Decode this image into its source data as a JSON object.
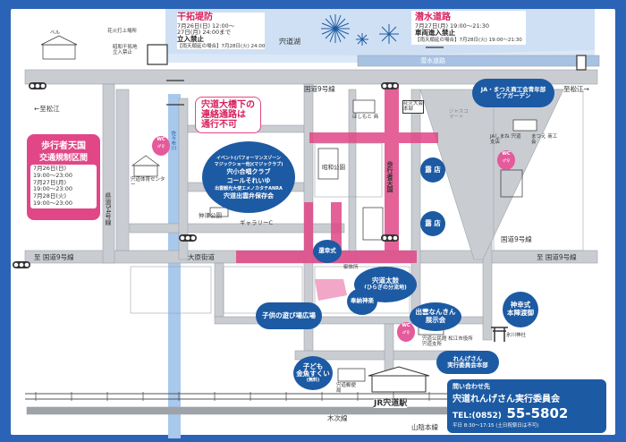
{
  "callouts": {
    "hikaku": {
      "title": "干拓堤防",
      "l1": "7月26日(日) 12:00～",
      "l2": "27日(月) 24:00まで",
      "l3": "立入禁止",
      "rain": "【雨天順延の場合】7月28日(火) 24:00"
    },
    "sensui": {
      "title": "潜水道路",
      "l1": "7月27日(月) 19:00～21:30",
      "l2": "車両進入禁止",
      "rain": "【雨天順延の場合】7月28日(火) 19:00～21:30"
    },
    "bridge": {
      "l1": "宍道大橋下の",
      "l2": "連絡通路は",
      "l3": "通行不可"
    },
    "hokousha": {
      "title1": "歩行者天国",
      "title2": "交通規制区間",
      "d1": "7月26日(日)",
      "t1": "19:00～23:00",
      "d2": "7月27日(月)",
      "t2": "19:00～23:00",
      "d3": "7月28日(火)",
      "t3": "19:00～23:00"
    },
    "event": {
      "l1": "イベント(パフォーマンスゾーン",
      "l2": "マジックショー他)(マジックラブ)",
      "l3": "宍小合唱クラブ",
      "l4": "コールそれいゆ",
      "l5": "出雲観光大使エメノカタテANRA",
      "l6": "宍道出雲弁保存会"
    },
    "contact": {
      "title": "問い合わせ先",
      "org": "宍道れんげさん実行委員会",
      "tel_label": "TEL:(0852)",
      "tel": "55-5802",
      "hours": "平日 8:30～17:15 (土日祝祭日は不可)"
    }
  },
  "bubbles": {
    "ja": {
      "l1": "JA・まつえ商工会青年部",
      "l2": "ビアガーデン"
    },
    "roten1": "露 店",
    "roten2": "露 店",
    "kanshin": "還幸式",
    "taiko": {
      "l1": "宍道太鼓",
      "l2": "(ひらぎの分流地)"
    },
    "honou": "奉納神楽",
    "nankin": {
      "l1": "出雲なんきん",
      "l2": "展示会"
    },
    "kodomo": "子供の遊び場広場",
    "shinkou": {
      "l1": "神幸式",
      "l2": "本陣渡御"
    },
    "kingyo": {
      "l1": "子ども",
      "l2": "金魚すくい",
      "l3": "(無料)"
    },
    "honbu": {
      "l1": "れんげさん",
      "l2": "実行委員会本部"
    }
  },
  "labels": {
    "lake": "宍道湖",
    "sensui_road": "潜水道路",
    "kokudo9_top": "国道9号線",
    "matsue_r": "至松江→",
    "matsue_l": "←至松江",
    "shinji_park": "昭和公園",
    "hokousha_vert": "歩行者天国",
    "gym": "宍道体育センター",
    "kendo54": "県道54号線",
    "nakamachi_park": "仲津公園",
    "gallery": "ギャラリーC",
    "ohara": "大原街道",
    "izumo_l": "至 国道9号線",
    "izumo_r": "至 国道9号線",
    "kokudo9_bottom": "国道9号線",
    "hoshimoto": "ほしもと 商",
    "hanabi": "花火大会本部",
    "japub": "JAしまね 宍道支店",
    "shokokai": "まつえ 商工会",
    "gojinja": "御旅所",
    "hikawa": "氷川神社",
    "kouminkan": "宍道公民館 松江市役所宍道支所",
    "jr": "JR宍道駅",
    "sanin": "山陰本線",
    "kitsugi": "木次線",
    "yubinkyoku": "宍道郵便局",
    "bell": "ベル",
    "shinjiko_gate": "花火打上場所",
    "showa_tokusetsu": "昭和干拓地 立入禁止",
    "sakuda": "佐々布川",
    "fukki": "ジャスコ マート"
  },
  "colors": {
    "blue": "#1c5aa3",
    "pink": "#e14787",
    "road": "#c9ccd1",
    "water": "#a8c8ec",
    "frame": "#2b63b7"
  }
}
